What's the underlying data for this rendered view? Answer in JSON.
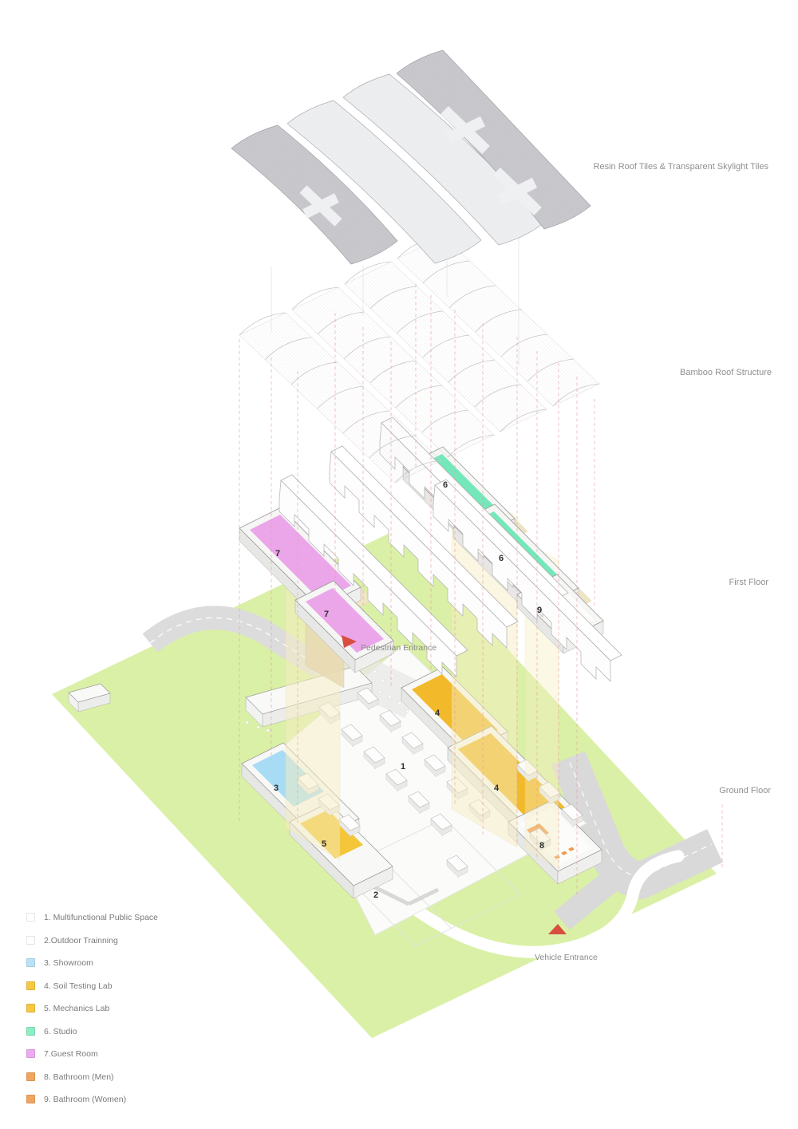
{
  "levels": {
    "roof_tiles": "Resin Roof Tiles & Transparent Skylight Tiles",
    "bamboo_roof": "Bamboo Roof Structure",
    "first_floor": "First Floor",
    "ground_floor": "Ground Floor"
  },
  "entrances": {
    "pedestrian": "Pedestrian Entrance",
    "vehicle": "Vehicle Entrance"
  },
  "rooms": {
    "public_space": "1",
    "outdoor_training": "2",
    "showroom": "3",
    "soil_testing_a": "4",
    "soil_testing_b": "4",
    "mechanics": "5",
    "studio_a": "6",
    "studio_b": "6",
    "guest_a": "7",
    "guest_b": "7",
    "bathroom_men": "8",
    "bathroom_women": "9"
  },
  "legend": {
    "items": [
      {
        "label": "1. Multifunctional Public Space",
        "color": "#ffffff"
      },
      {
        "label": "2.Outdoor Trainning",
        "color": "#ffffff"
      },
      {
        "label": "3. Showroom",
        "color": "#b9e2f8"
      },
      {
        "label": "4. Soil Testing Lab",
        "color": "#f8c843"
      },
      {
        "label": "5. Mechanics Lab",
        "color": "#f8c843"
      },
      {
        "label": "6. Studio",
        "color": "#8deec6"
      },
      {
        "label": "7.Guest Room",
        "color": "#eeaaf0"
      },
      {
        "label": "8. Bathroom (Men)",
        "color": "#f0a561"
      },
      {
        "label": "9. Bathroom (Women)",
        "color": "#f0a561"
      }
    ]
  },
  "colors": {
    "site_green": "#daf0a6",
    "road_gray": "#dcdcdc",
    "showroom_blue": "#a8dcf4",
    "soil_gold": "#f2b92b",
    "mechanics_gold": "#f4c638",
    "studio_mint": "#74e8ba",
    "guest_violet": "#eba6ea",
    "bathroom_orange": "#f09a50",
    "lightwell_yellow": "#f6eec2",
    "entrance_red": "#d84f3f"
  }
}
